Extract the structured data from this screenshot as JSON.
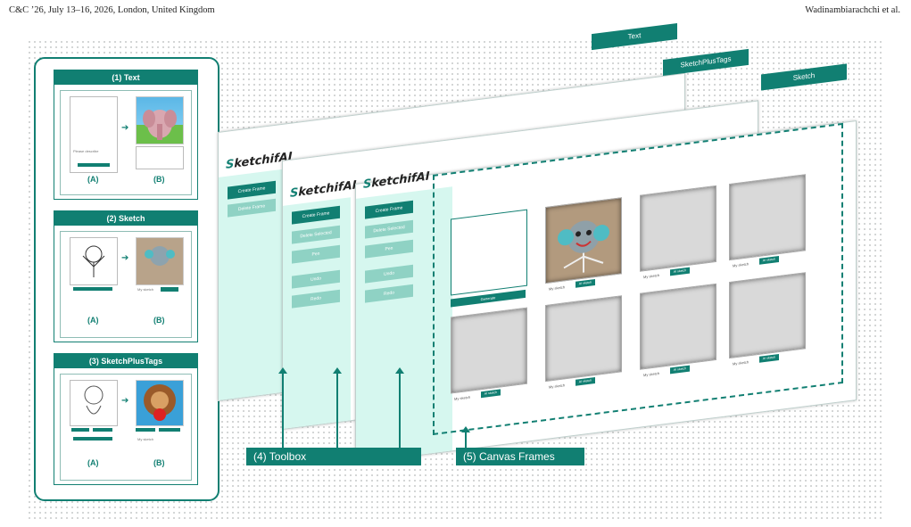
{
  "header": {
    "left": "C&C ’26, July 13–16, 2026, London, United Kingdom",
    "right": "Wadinambiarachchi et al."
  },
  "left_panel": {
    "cards": [
      {
        "title": "(1) Text",
        "labels": [
          "(A)",
          "(B)"
        ],
        "button": "Generate"
      },
      {
        "title": "(2) Sketch",
        "labels": [
          "(A)",
          "(B)"
        ],
        "button": "Generate",
        "caption": "My sketch",
        "ai_button": "AI sketch"
      },
      {
        "title": "(3) SketchPlusTags",
        "labels": [
          "(A)",
          "(B)"
        ],
        "button": "Generate",
        "caption": "My sketch",
        "ai_button": "AI sketch"
      }
    ]
  },
  "windows": {
    "text": {
      "tab": "Text",
      "logo_a": "S",
      "logo_b": "ketchifAI",
      "buttons": [
        "Create Frame",
        "Delete Frame"
      ]
    },
    "plus": {
      "tab": "SketchPlusTags",
      "logo_a": "S",
      "logo_b": "ketchifAI",
      "buttons": [
        "Create Frame",
        "Delete Selected",
        "Pen",
        "Undo",
        "Redo"
      ]
    },
    "sketch": {
      "tab": "Sketch",
      "logo_a": "S",
      "logo_b": "ketchifAI",
      "buttons": [
        "Create Frame",
        "Delete Selected",
        "Pen",
        "Undo",
        "Redo"
      ],
      "generate": "Generate",
      "caption": "My sketch",
      "ai_button": "AI sketch"
    }
  },
  "callouts": {
    "toolbox": "(4) Toolbox",
    "frames": "(5) Canvas Frames"
  },
  "colors": {
    "accent": "#117f72",
    "sidebar": "#d6f7ef"
  }
}
